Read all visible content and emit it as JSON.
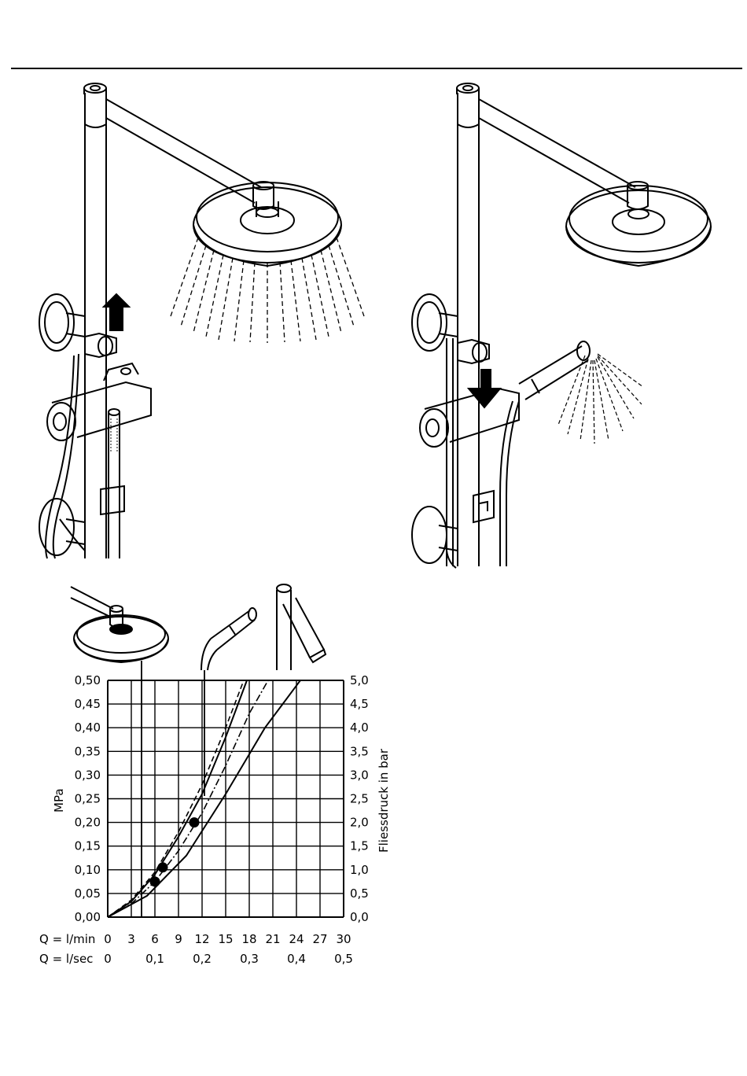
{
  "chart_data": {
    "type": "line",
    "title": "",
    "y_left": {
      "label": "MPa",
      "range": [
        0,
        0.5
      ],
      "ticks": [
        "0,00",
        "0,05",
        "0,10",
        "0,15",
        "0,20",
        "0,25",
        "0,30",
        "0,35",
        "0,40",
        "0,45",
        "0,50"
      ]
    },
    "y_right": {
      "label": "Fliessdruck in bar",
      "range": [
        0,
        5
      ],
      "ticks": [
        "0,0",
        "0,5",
        "1,0",
        "1,5",
        "2,0",
        "2,5",
        "3,0",
        "3,5",
        "4,0",
        "4,5",
        "5,0"
      ]
    },
    "x_lmin": {
      "label": "Q = l/min",
      "range": [
        0,
        30
      ],
      "ticks": [
        "0",
        "3",
        "6",
        "9",
        "12",
        "15",
        "18",
        "21",
        "24",
        "27",
        "30"
      ]
    },
    "x_lsec": {
      "label": "Q = l/sec",
      "ticks": [
        "0",
        "0,1",
        "0,2",
        "0,3",
        "0,4",
        "0,5"
      ],
      "tick_values": [
        0,
        6,
        12,
        18,
        24,
        30
      ]
    },
    "grid": true,
    "series": [
      {
        "style": "solid",
        "x": [
          0,
          3,
          6,
          9,
          12,
          15,
          17.7
        ],
        "y": [
          0,
          0.033,
          0.09,
          0.17,
          0.26,
          0.38,
          0.5
        ]
      },
      {
        "style": "dashed",
        "x": [
          0,
          3,
          6,
          9,
          12,
          15,
          17.3
        ],
        "y": [
          0,
          0.036,
          0.095,
          0.18,
          0.28,
          0.4,
          0.5
        ]
      },
      {
        "style": "dash-dot",
        "x": [
          0,
          3,
          6,
          9,
          12,
          15,
          18,
          20.4
        ],
        "y": [
          0,
          0.028,
          0.075,
          0.14,
          0.22,
          0.32,
          0.43,
          0.5
        ]
      },
      {
        "style": "solid",
        "x": [
          0,
          5,
          10,
          15,
          20,
          24.5
        ],
        "y": [
          0,
          0.045,
          0.13,
          0.26,
          0.4,
          0.5
        ]
      }
    ],
    "points": [
      {
        "x": 6,
        "y": 0.075
      },
      {
        "x": 7,
        "y": 0.105
      },
      {
        "x": 11,
        "y": 0.2
      }
    ]
  }
}
